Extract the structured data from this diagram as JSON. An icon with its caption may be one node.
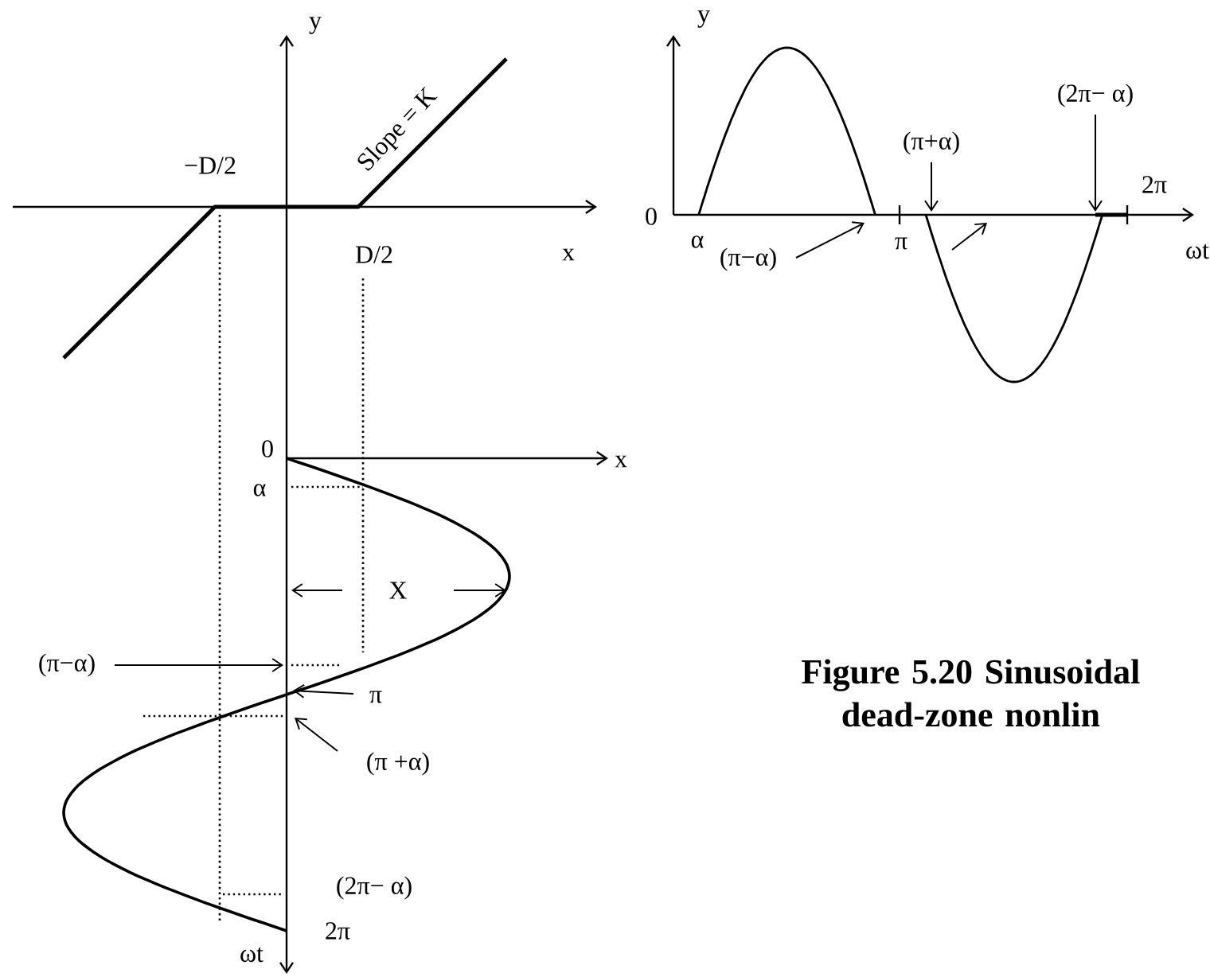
{
  "diagram": {
    "caption": "Figure 5.20 Sinusoidal dead-zone nonlin",
    "labels": [
      "y",
      "y",
      "Slope = K",
      "(2π− α)",
      "(π+α)",
      "2π",
      "−D/2",
      "0",
      "x",
      "D/2",
      "α",
      "π",
      "(π−α)",
      "ωt",
      "0",
      "x",
      "α",
      "X",
      "(π−α)",
      "π",
      "(π +α)",
      "(2π− α)",
      "2π",
      "ωt"
    ]
  }
}
